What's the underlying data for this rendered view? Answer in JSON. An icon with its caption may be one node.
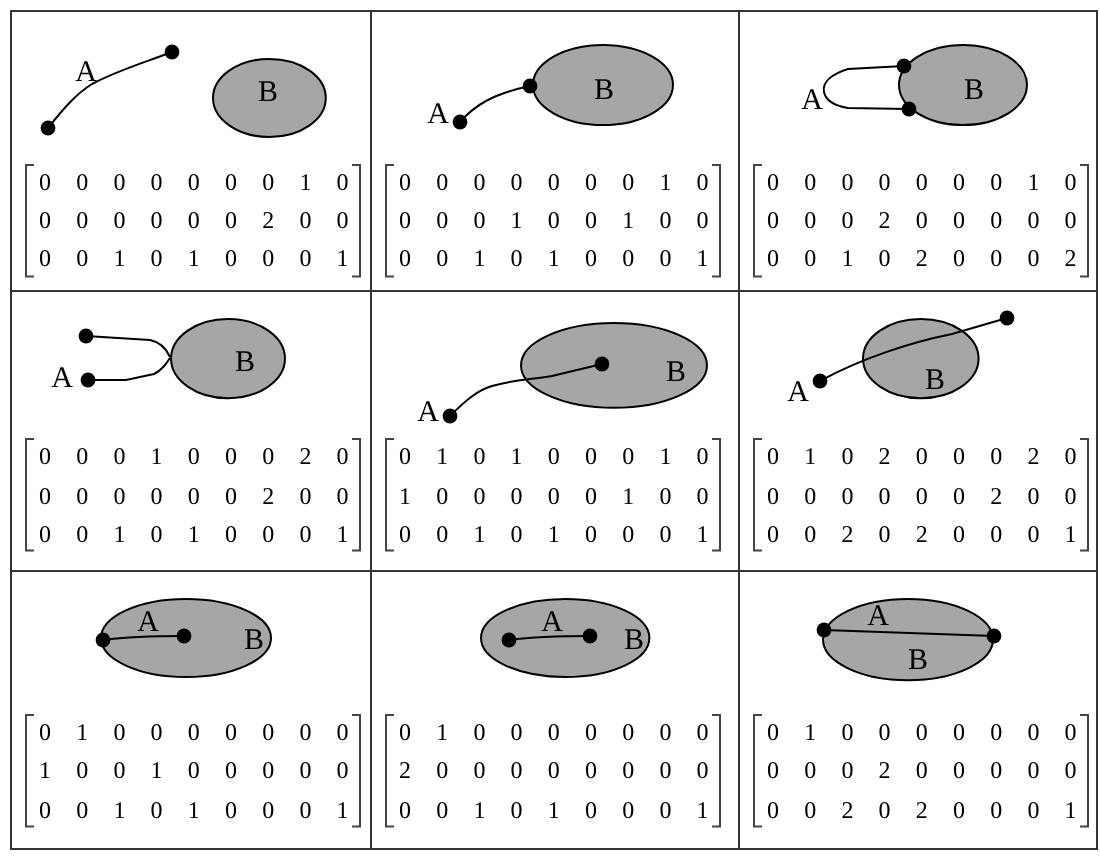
{
  "diagram": {
    "nodes": [
      {
        "text": [
          "A",
          "0 0 0 0 0 0 0 1 0",
          "0 0 0 0 0 0 2 0 0",
          "0 0 1 0 1 0 0 0 1"
        ]
      },
      {
        "text": [
          "B"
        ],
        "in": 0
      },
      {
        "text": [
          "A",
          "0 0 0 0 0 0 0 1 0",
          "0 0 0 1 0 0 1 0 0",
          "0 0 1 0 1 0 0 0 1"
        ]
      },
      {
        "text": [
          "B"
        ],
        "in": 2
      },
      {
        "text": [
          "A",
          "0 0 0 0 0 0 0 1 0",
          "0 0 0 2 0 0 0 0 0",
          "0 0 1 0 2 0 0 0 2"
        ]
      },
      {
        "text": [
          "B"
        ],
        "in": 4
      },
      {
        "text": [
          "A",
          "0 0 0 1 0 0 0 2 0",
          "0 0 0 0 0 0 2 0 0",
          "0 0 1 0 1 0 0 0 1"
        ]
      },
      {
        "text": [
          "B"
        ],
        "in": 6
      },
      {
        "text": [
          "A",
          "0 1 0 1 0 0 0 1 0",
          "1 0 0 0 0 0 1 0 0",
          "0 0 1 0 1 0 0 0 1"
        ]
      },
      {
        "text": [
          "B"
        ],
        "in": 8
      },
      {
        "text": [
          "A",
          "0 1 0 2 0 0 0 2 0",
          "0 0 0 0 0 0 2 0 0",
          "0 0 2 0 2 0 0 0 1"
        ]
      },
      {
        "text": [
          "B"
        ],
        "in": 10
      },
      {
        "text": [
          "0 1 0 0 0 0 0 0 0",
          "1 0 0 1 0 0 0 0 0",
          "0 0 1 0 1 0 0 0 1"
        ]
      },
      {
        "text": [
          "A",
          "B"
        ],
        "in": 12
      },
      {
        "text": [
          "0 1 0 0 0 0 0 0 0",
          "2 0 0 0 0 0 0 0 0",
          "0 0 1 0 1 0 0 0 1"
        ]
      },
      {
        "text": [
          "A",
          "B"
        ],
        "in": 14
      },
      {
        "text": [
          "0 1 0 0 0 0 0 0 0",
          "0 0 0 2 0 0 0 0 0",
          "0 0 2 0 2 0 0 0 1"
        ]
      },
      {
        "text": [
          "A",
          "B"
        ],
        "in": 16
      }
    ]
  }
}
